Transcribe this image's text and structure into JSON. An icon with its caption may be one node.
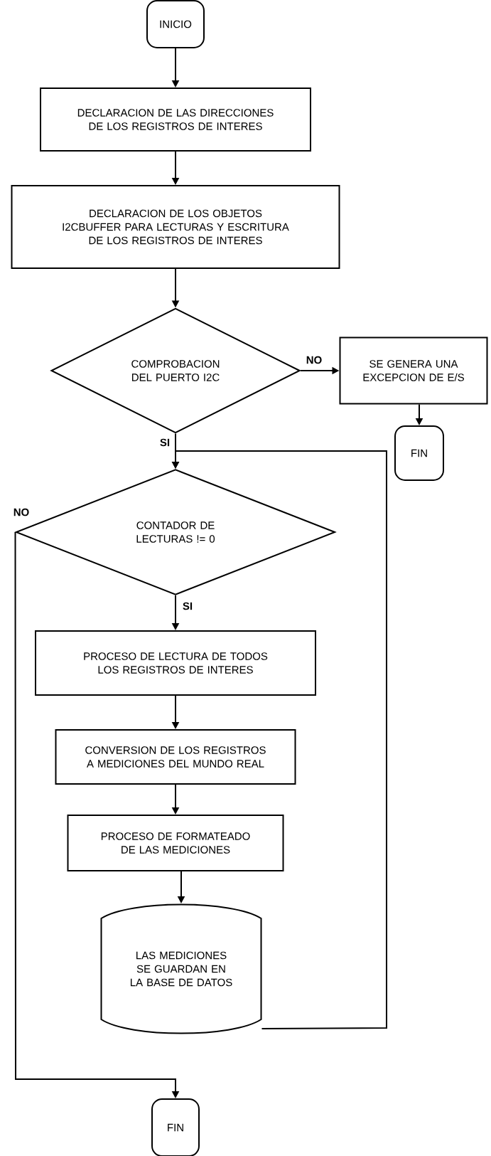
{
  "diagram": {
    "nodes": [
      {
        "text": [
          "INICIO"
        ]
      },
      {
        "text": [
          "DECLARACION DE LAS DIRECCIONES DE LOS REGISTROS DE INTERES"
        ]
      },
      {
        "text": [
          "DECLARACION DE LOS OBJETOS I2CBUFFER PARA LECTURAS Y ESCRITURA DE LOS REGISTROS DE INTERES"
        ]
      },
      {
        "text": [
          "COMPROBACION DEL PUERTO I2C"
        ]
      },
      {
        "text": [
          "SE GENERA UNA EXCEPCION DE E/S"
        ]
      },
      {
        "text": [
          "FIN"
        ]
      },
      {
        "text": [
          "CONTADOR DE LECTURAS != 0"
        ]
      },
      {
        "text": [
          "PROCESO DE LECTURA DE TODOS LOS REGISTROS DE INTERES"
        ]
      },
      {
        "text": [
          "CONVERSION DE LOS REGISTROS A MEDICIONES DEL MUNDO REAL"
        ]
      },
      {
        "text": [
          "PROCESO DE FORMATEADO DE LAS MEDICIONES"
        ]
      },
      {
        "text": [
          "LAS MEDICIONES SE GUARDAN EN LA BASE DE DATOS"
        ]
      },
      {
        "text": [
          "FIN"
        ]
      }
    ],
    "edges": [
      {
        "from": 0,
        "to": 1,
        "arrow": "to"
      },
      {
        "from": 1,
        "to": 2,
        "arrow": "to"
      },
      {
        "from": 2,
        "to": 3,
        "arrow": "to"
      },
      {
        "from": 3,
        "to": 4,
        "arrow": "to",
        "label": "NO"
      },
      {
        "from": 4,
        "to": 5,
        "arrow": "to"
      },
      {
        "from": 3,
        "to": 6,
        "arrow": "to",
        "label": "SI"
      },
      {
        "from": 6,
        "to": 7,
        "arrow": "to",
        "label": "SI"
      },
      {
        "from": 7,
        "to": 8,
        "arrow": "to"
      },
      {
        "from": 8,
        "to": 9,
        "arrow": "to"
      },
      {
        "from": 9,
        "to": 10,
        "arrow": "to"
      },
      {
        "from": 10,
        "to": 6,
        "arrow": "to"
      },
      {
        "from": 6,
        "to": 11,
        "arrow": "to",
        "label": "NO"
      }
    ]
  }
}
